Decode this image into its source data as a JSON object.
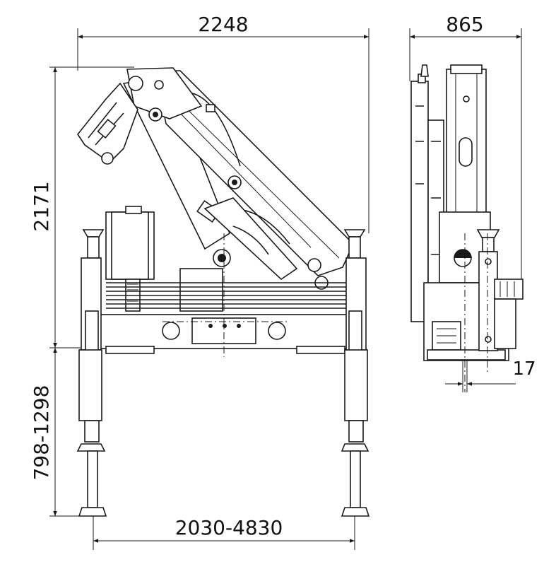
{
  "dimensions": {
    "overall_width": "2248",
    "side_width": "865",
    "height": "2171",
    "leg_extension": "798-1298",
    "outrigger_span": "2030-4830",
    "offset": "17"
  },
  "colors": {
    "line": "#1a1a1a",
    "background": "#ffffff"
  }
}
